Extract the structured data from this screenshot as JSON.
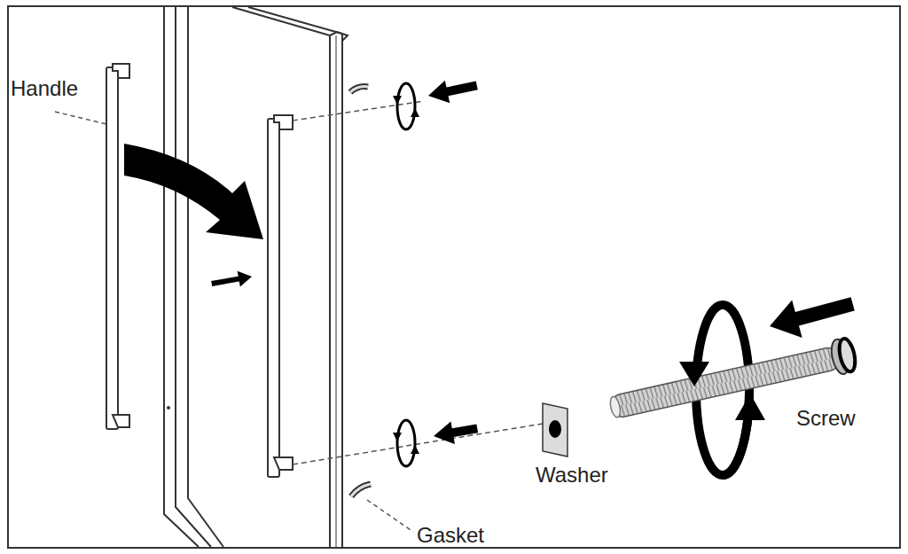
{
  "diagram": {
    "labels": [
      "Handle",
      "Washer",
      "Screw",
      "Gasket"
    ]
  }
}
